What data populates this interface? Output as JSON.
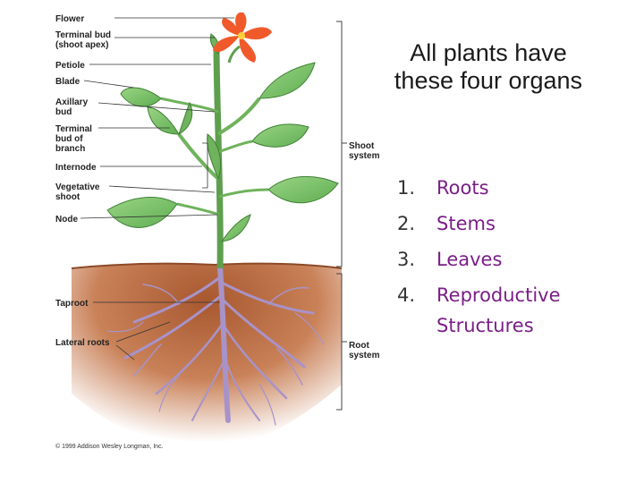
{
  "labels": {
    "flower": "Flower",
    "terminal_bud": "Terminal bud",
    "shoot_apex": "(shoot apex)",
    "petiole": "Petiole",
    "blade": "Blade",
    "axillary": "Axillary",
    "bud": "bud",
    "terminal": "Terminal",
    "bud_of": "bud of",
    "branch": "branch",
    "internode": "Internode",
    "vegetative": "Vegetative",
    "shoot": "shoot",
    "node": "Node",
    "taproot": "Taproot",
    "lateral_roots": "Lateral roots",
    "shoot_system_1": "Shoot",
    "shoot_system_2": "system",
    "root_system_1": "Root",
    "root_system_2": "system"
  },
  "copyright": "© 1999 Addison Wesley Longman, Inc.",
  "title": "All plants have these four organs",
  "organs": [
    {
      "num": "1.",
      "label": "Roots"
    },
    {
      "num": "2.",
      "label": "Stems"
    },
    {
      "num": "3.",
      "label": "Leaves"
    },
    {
      "num": "4.",
      "label": "Reproductive Structures"
    }
  ],
  "colors": {
    "leaf": "#7cc46a",
    "leaf_dark": "#4e9a43",
    "stem": "#6fb35c",
    "soil": "#b5693f",
    "root": "#a893c9",
    "flower": "#f05a2a",
    "list_text": "#7a1f86"
  }
}
